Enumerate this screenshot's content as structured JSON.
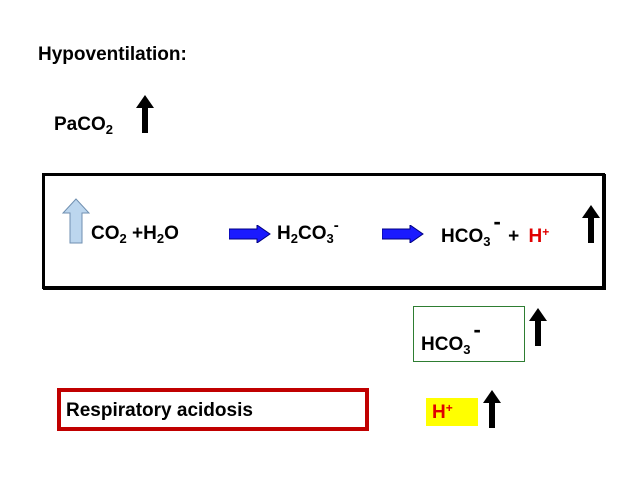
{
  "title": "Hypoventilation:",
  "paco2": {
    "base": "PaCO",
    "sub": "2"
  },
  "reaction": {
    "co2": {
      "base": "CO",
      "sub": "2"
    },
    "plus": "+",
    "h2o": {
      "base1": "H",
      "sub": "2",
      "base2": "O"
    },
    "h2co3": {
      "h": "H",
      "sub1": "2",
      "co": "CO",
      "sub2": "3",
      "sup": "-"
    },
    "hco3": {
      "base": "HCO",
      "sub": "3",
      "sup": "-"
    },
    "plus2": "+",
    "hplus": {
      "base": "H",
      "sup": "+"
    }
  },
  "hco3_box": {
    "base": "HCO",
    "sub": "3",
    "sup": "-"
  },
  "resp_label": "Respiratory acidosis",
  "hplus_box": {
    "base": "H",
    "sup": "+"
  },
  "colors": {
    "red": "#e00000",
    "blue_arrow": "#1a1aff",
    "light_blue_arrow": "#bcd6ee",
    "green_border": "#2e7d32",
    "red_border": "#c00000",
    "yellow": "#ffff00"
  }
}
